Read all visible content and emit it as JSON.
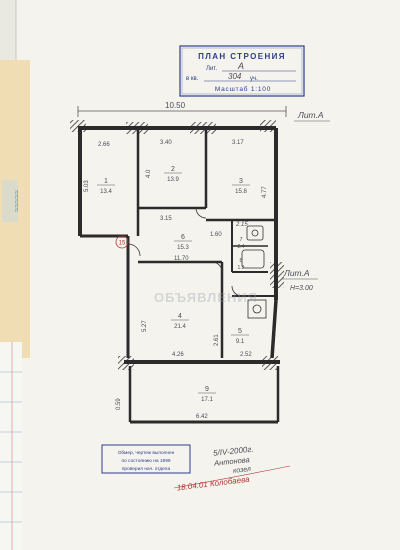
{
  "stamp": {
    "title": "ПЛАН СТРОЕНИЯ",
    "lit_label": "Лит.",
    "lit_value": "А",
    "building_prefix": "в кв.",
    "building_value": "304",
    "building_suffix": "уч.",
    "scale_label": "Масштаб 1:100"
  },
  "dimensions": {
    "overall_width": "10.50",
    "room1_depth": "5.03",
    "room1_width": "2.66",
    "room2_width": "3.40",
    "room2_depth": "4.0",
    "room3_width": "3.17",
    "room3_depth": "4.77",
    "hall_width": "3.15",
    "hall_gap": "1.60",
    "bath_label": "2.15",
    "hall_lower": "11.70",
    "room4_depth": "5.27",
    "room4_width": "4.26",
    "kitchen_depth": "2.61",
    "kitchen_width": "2.52",
    "balcony_depth": "0.59",
    "balcony_width": "6.42"
  },
  "rooms": [
    {
      "number": "1",
      "area": "13.4"
    },
    {
      "number": "2",
      "area": "13.9"
    },
    {
      "number": "3",
      "area": "15.8"
    },
    {
      "number": "6",
      "area": "15.3"
    },
    {
      "number": "7",
      "area": "2.4"
    },
    {
      "number": "8",
      "area": "1.9"
    },
    {
      "number": "4",
      "area": "21.4"
    },
    {
      "number": "5",
      "area": "9.1"
    },
    {
      "number": "9",
      "area": "17.1"
    }
  ],
  "annotations": {
    "lit_a_top": "Лит.А",
    "lit_a_right": "Лит.А",
    "height": "Н=3.00",
    "circle": "15"
  },
  "bottom_stamp": {
    "line1": "Обмер, чертеж выполнен",
    "line2": "по состоянию на 1999",
    "line3": "проверил нач. отдела"
  },
  "handwritten": {
    "date": "5/IV-2000г.",
    "name": "Антонова",
    "extra": "козел",
    "red": "18.04.01 Колобаева"
  },
  "watermark": "ОБЪЯВЛЕНИЯ",
  "colors": {
    "paper": "#f4f3ee",
    "pencil": "#4a4d55",
    "stamp_blue": "#2d3f86",
    "red_ink": "#b3352e",
    "sticky": "#f1ddb4"
  }
}
